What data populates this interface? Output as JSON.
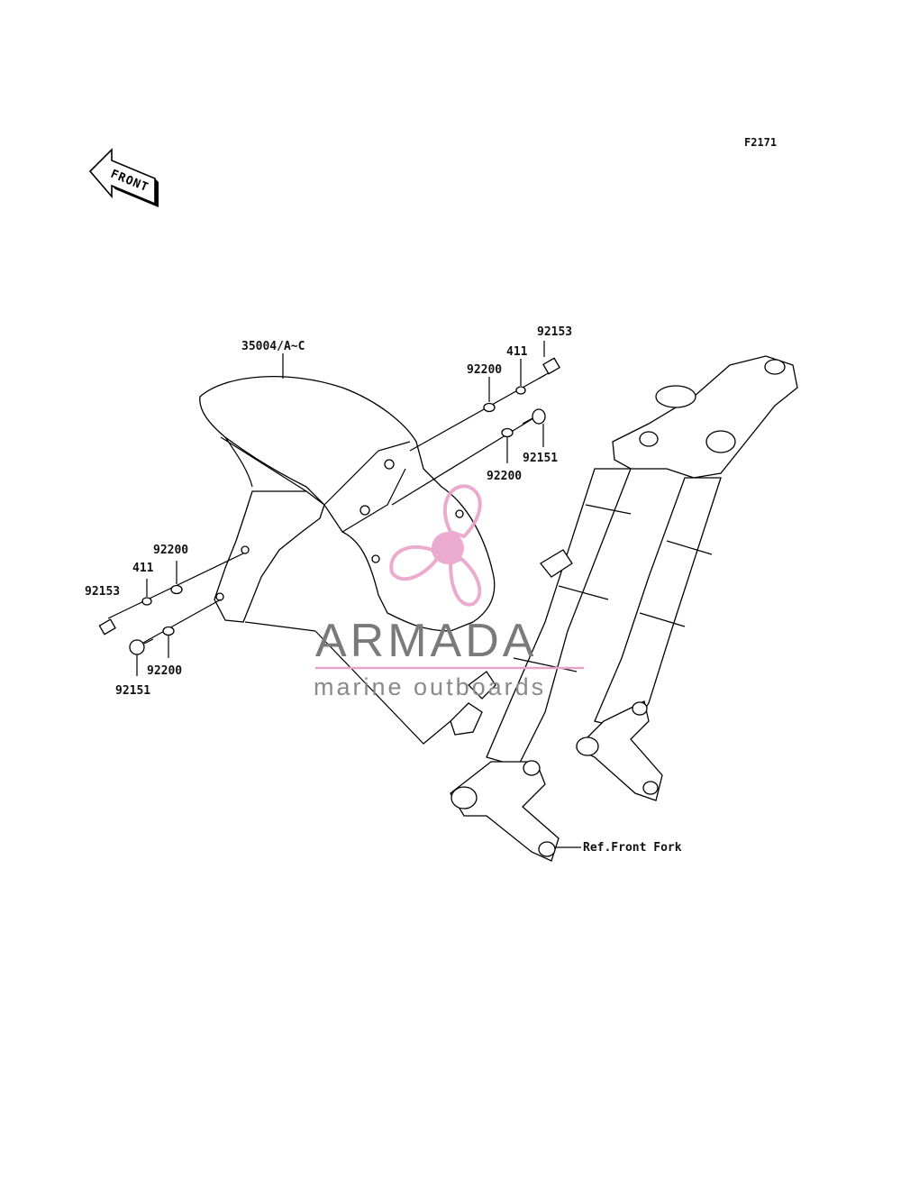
{
  "diagram": {
    "figure_code": "F2171",
    "front_arrow_label": "FRONT",
    "labels": {
      "fender": "35004/A~C",
      "bolt_right_top": "92153",
      "collar_right": "411",
      "washer_right_top": "92200",
      "bolt_right_lower": "92151",
      "washer_right_lower": "92200",
      "washer_left_top": "92200",
      "collar_left": "411",
      "bolt_left_top": "92153",
      "washer_left_lower": "92200",
      "bolt_left_lower": "92151",
      "ref_front_fork": "Ref.Front Fork"
    }
  },
  "watermark": {
    "brand": "ARMADA",
    "tagline": "marine outboards",
    "color": "#e9a3c9"
  }
}
